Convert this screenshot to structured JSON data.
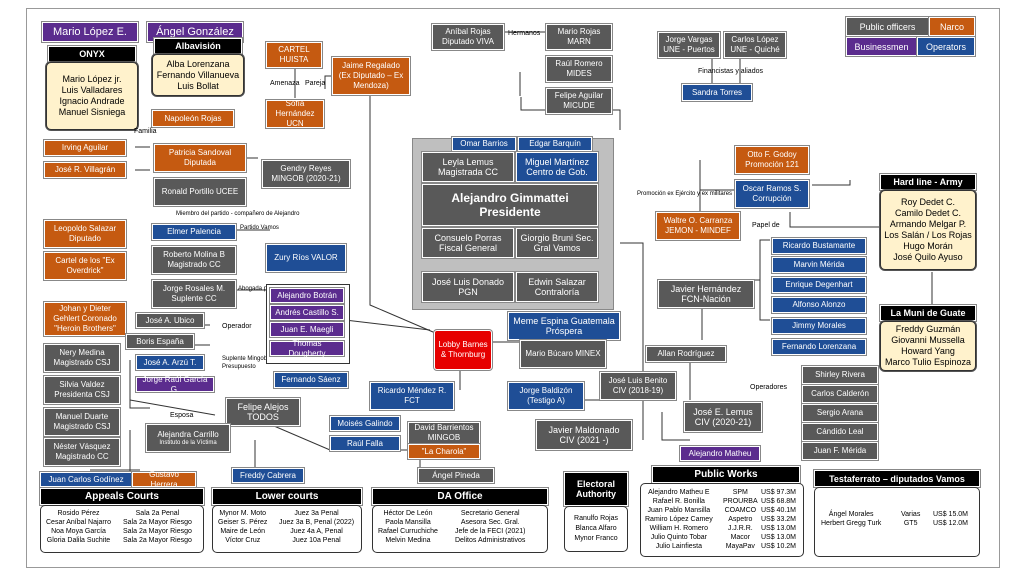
{
  "legend": {
    "public_officers": "Public officers",
    "narco": "Narco",
    "businessmen": "Businessmen",
    "operators": "Operators"
  },
  "top_left": {
    "mario": "Mario López E.",
    "angel": "Ángel González",
    "onyx": "ONYX",
    "onyx_members": [
      "Mario López jr.",
      "Luis Valladares",
      "Ignacio Andrade",
      "Manuel Sisniega"
    ],
    "albavision": "Albavisión",
    "alba_members": [
      "Alba Lorenzana",
      "Fernando Villanueva",
      "Luis Bollat"
    ],
    "napoleon": "Napoleón Rojas"
  },
  "cartel": {
    "huista": "CARTEL HUISTA",
    "regalado": "Jaime Regalado (Ex Diputado – Ex Mendoza)",
    "sofia": "Sofía Hernández UCN",
    "l_amenaza": "Amenaza",
    "l_pareja": "Pareja"
  },
  "center": {
    "omar": "Omar Barrios",
    "edgar": "Edgar Barquín",
    "leyla": "Leyla Lemus Magistrada CC",
    "miguel": "Miguel Martínez Centro de Gob.",
    "giammattei": "Alejandro Gimmattei Presidente",
    "consuelo": "Consuelo Porras Fiscal General",
    "giorgio": "Giorgio Bruni Sec. Gral Vamos",
    "donado": "José Luis Donado PGN",
    "salazar": "Edwin Salazar Contraloría"
  },
  "top_mid": {
    "anibal": "Aníbal Rojas Diputado VIVA",
    "mario_rojas": "Mario Rojas MARN",
    "raul": "Raúl Romero MIDES",
    "felipe_a": "Felipe Aguilar MICUDE",
    "l_hermanos": "Hermanos",
    "jorge_vargas": "Jorge Vargas UNE - Puertos",
    "carlos_lopez": "Carlos López UNE - Quiché",
    "sandra": "Sandra Torres",
    "l_financistas": "Financistas y aliados"
  },
  "right": {
    "otto": "Otto F. Godoy Promoción 121",
    "oscar": "Oscar Ramos S. Corrupción",
    "waltre": "Waltre O. Carranza JEMON - MINDEF",
    "l_promocion": "Promoción ex Ejército y ex militares",
    "l_papel": "Papel de",
    "hardline": "Hard line - Army",
    "hardline_members": [
      "Roy Dedet C.",
      "Camilo Dedet C.",
      "Armando Melgar P.",
      "Los Salán / Los Rojas",
      "Hugo Morán",
      "José Quilo Ayuso"
    ],
    "ricardo": "Ricardo Bustamante",
    "marvin": "Marvin Mérida",
    "enrique": "Enrique Degenhart",
    "alfonso": "Alfonso Alonzo",
    "jimmy": "Jimmy Morales",
    "fernando_l": "Fernando Lorenzana",
    "javier": "Javier Hernández FCN-Nación",
    "muni": "La Muni de Guate",
    "muni_members": [
      "Freddy Guzmán",
      "Giovanni Mussella",
      "Howard Yang",
      "Marco Tulio Espinoza"
    ]
  },
  "left": {
    "irving": "Irving Aguilar",
    "jose_villagran": "José R. Villagrán",
    "l_familia": "Familia",
    "patricia": "Patricia Sandoval Diputada",
    "gendry": "Gendry Reyes MINGOB (2020-21)",
    "ronald": "Ronald Portillo UCEE",
    "leopoldo": "Leopoldo Salazar Diputado",
    "cartel_overdrick": "Cartel de los \"Ex Overdrick\"",
    "elmer": "Elmer Palencia",
    "l_elmer": "Miembro del partido - compañero de Alejandro",
    "l_partido": "Partido Vamos",
    "roberto": "Roberto Molina B Magistrado CC",
    "jorge_rosales": "Jorge Rosales M. Suplente CC",
    "zury": "Zury Ríos VALOR",
    "l_abogada": "Abogada personal",
    "johan": "Johan y Dieter Gehlert Coronado \"Heroin Brothers\"",
    "jose_ubico": "José A. Ubico",
    "boris": "Boris España",
    "jose_arzu": "José A. Arzú T.",
    "jorge_garcia": "Jorge Raúl García G.",
    "nery": "Nery Medina Magistrado CSJ",
    "silvia": "Silvia Valdez Presidenta CSJ",
    "manuel_duarte": "Manuel Duarte Magistrado CSJ",
    "nestor": "Néster Vásquez Magistrado CC",
    "l_operador": "Operador",
    "l_suplente": "Suplente Mingob 1.1 Presupuesto"
  },
  "purple": {
    "botran": "Alejandro Botrán",
    "andres": "Andrés Castillo S.",
    "juan_maegli": "Juan E. Maegli",
    "thomas": "Thomas Dougherty"
  },
  "lobby": "Lobby Barnes & Thornburg",
  "mid": {
    "fernando_saenz": "Fernando Sáenz",
    "felipe_alejos": "Felipe Alejos TODOS",
    "ricardo_mendez": "Ricardo Méndez R. FCT",
    "alejandra": "Alejandra Carrillo",
    "alejandra_sub": "Instituto de la Víctima",
    "l_esposa": "Esposa",
    "moises": "Moisés Galindo",
    "raul_falla": "Raúl Falla",
    "david": "David Barrientos MINGOB",
    "charola": "\"La Charola\"",
    "meme": "Meme Espina Guatemala Próspera",
    "mario_bucaro": "Mario Búcaro MINEX",
    "jorge_baldizon": "Jorge Baldizón (Testigo A)",
    "jose_benito": "José Luis Benito CIV (2018-19)",
    "javier_maldonado": "Javier Maldonado CIV (2021 -)",
    "allan": "Allan Rodríguez",
    "jose_lemus": "José E. Lemus CIV (2020-21)",
    "alejandro_matheu": "Alejandro Matheu",
    "l_operadores": "Operadores",
    "freddy_cabrera": "Freddy Cabrera",
    "angel_pineda": "Ángel Pineda"
  },
  "right2": {
    "shirley": "Shirley Rivera",
    "carlos_calderon": "Carlos Calderón",
    "sergio": "Sergio Arana",
    "candido": "Cándido Leal",
    "juan_merida": "Juan F. Mérida"
  },
  "bottom_left": {
    "juan_carlos": "Juan Carlos Godínez",
    "gustavo": "Gustavo Herrera"
  },
  "appeals": {
    "title": "Appeals Courts",
    "rows": [
      [
        "Rosido Pérez",
        "Sala 2a Penal"
      ],
      [
        "Cesar Aníbal Najarro",
        "Sala 2a Mayor Riesgo"
      ],
      [
        "Noa Moya García",
        "Sala 2a Mayor Riesgo"
      ],
      [
        "Gloria Dalila Suchite",
        "Sala 2a Mayor Riesgo"
      ]
    ]
  },
  "lower": {
    "title": "Lower courts",
    "rows": [
      [
        "Mynor M. Moto",
        "Juez 3a Penal"
      ],
      [
        "Geiser S. Pérez",
        "Juez 3a B, Penal (2022)"
      ],
      [
        "Maire de León",
        "Juez 4a A, Penal"
      ],
      [
        "Víctor Cruz",
        "Juez 10a Penal"
      ]
    ]
  },
  "da": {
    "title": "DA Office",
    "rows": [
      [
        "Héctor De León",
        "Secretario General"
      ],
      [
        "Paola Mansilla",
        "Asesora Sec. Gral."
      ],
      [
        "Rafael Curruchiche",
        "Jefe de la FECI (2021)"
      ],
      [
        "Melvin Medina",
        "Delitos Administrativos"
      ]
    ]
  },
  "electoral": {
    "title": "Electoral Authority",
    "rows": [
      "Ranulfo Rojas",
      "Blanca Alfaro",
      "Mynor Franco"
    ]
  },
  "public_works": {
    "title": "Public Works",
    "rows": [
      [
        "Alejandro Matheu E",
        "SPM",
        "US$ 97.3M"
      ],
      [
        "Rafael R. Bonilla",
        "PROURBA",
        "US$ 68.8M"
      ],
      [
        "Juan Pablo Mansilla",
        "COAMCO",
        "US$ 40.1M"
      ],
      [
        "Ramiro López Camey",
        "Aspetro",
        "US$ 33.2M"
      ],
      [
        "William H. Romero",
        "J.J.R.R.",
        "US$ 13.0M"
      ],
      [
        "Julio Quinto Tobar",
        "Macor",
        "US$ 13.0M"
      ],
      [
        "Julio Lainfiesta",
        "MayaPav",
        "US$ 10.2M"
      ]
    ]
  },
  "testaferrato": {
    "title": "Testaferrato – diputados Vamos",
    "rows": [
      [
        "Ángel Morales",
        "Varias",
        "US$ 15.0M"
      ],
      [
        "Herbert Gregg Turk",
        "GT5",
        "US$ 12.0M"
      ]
    ]
  }
}
